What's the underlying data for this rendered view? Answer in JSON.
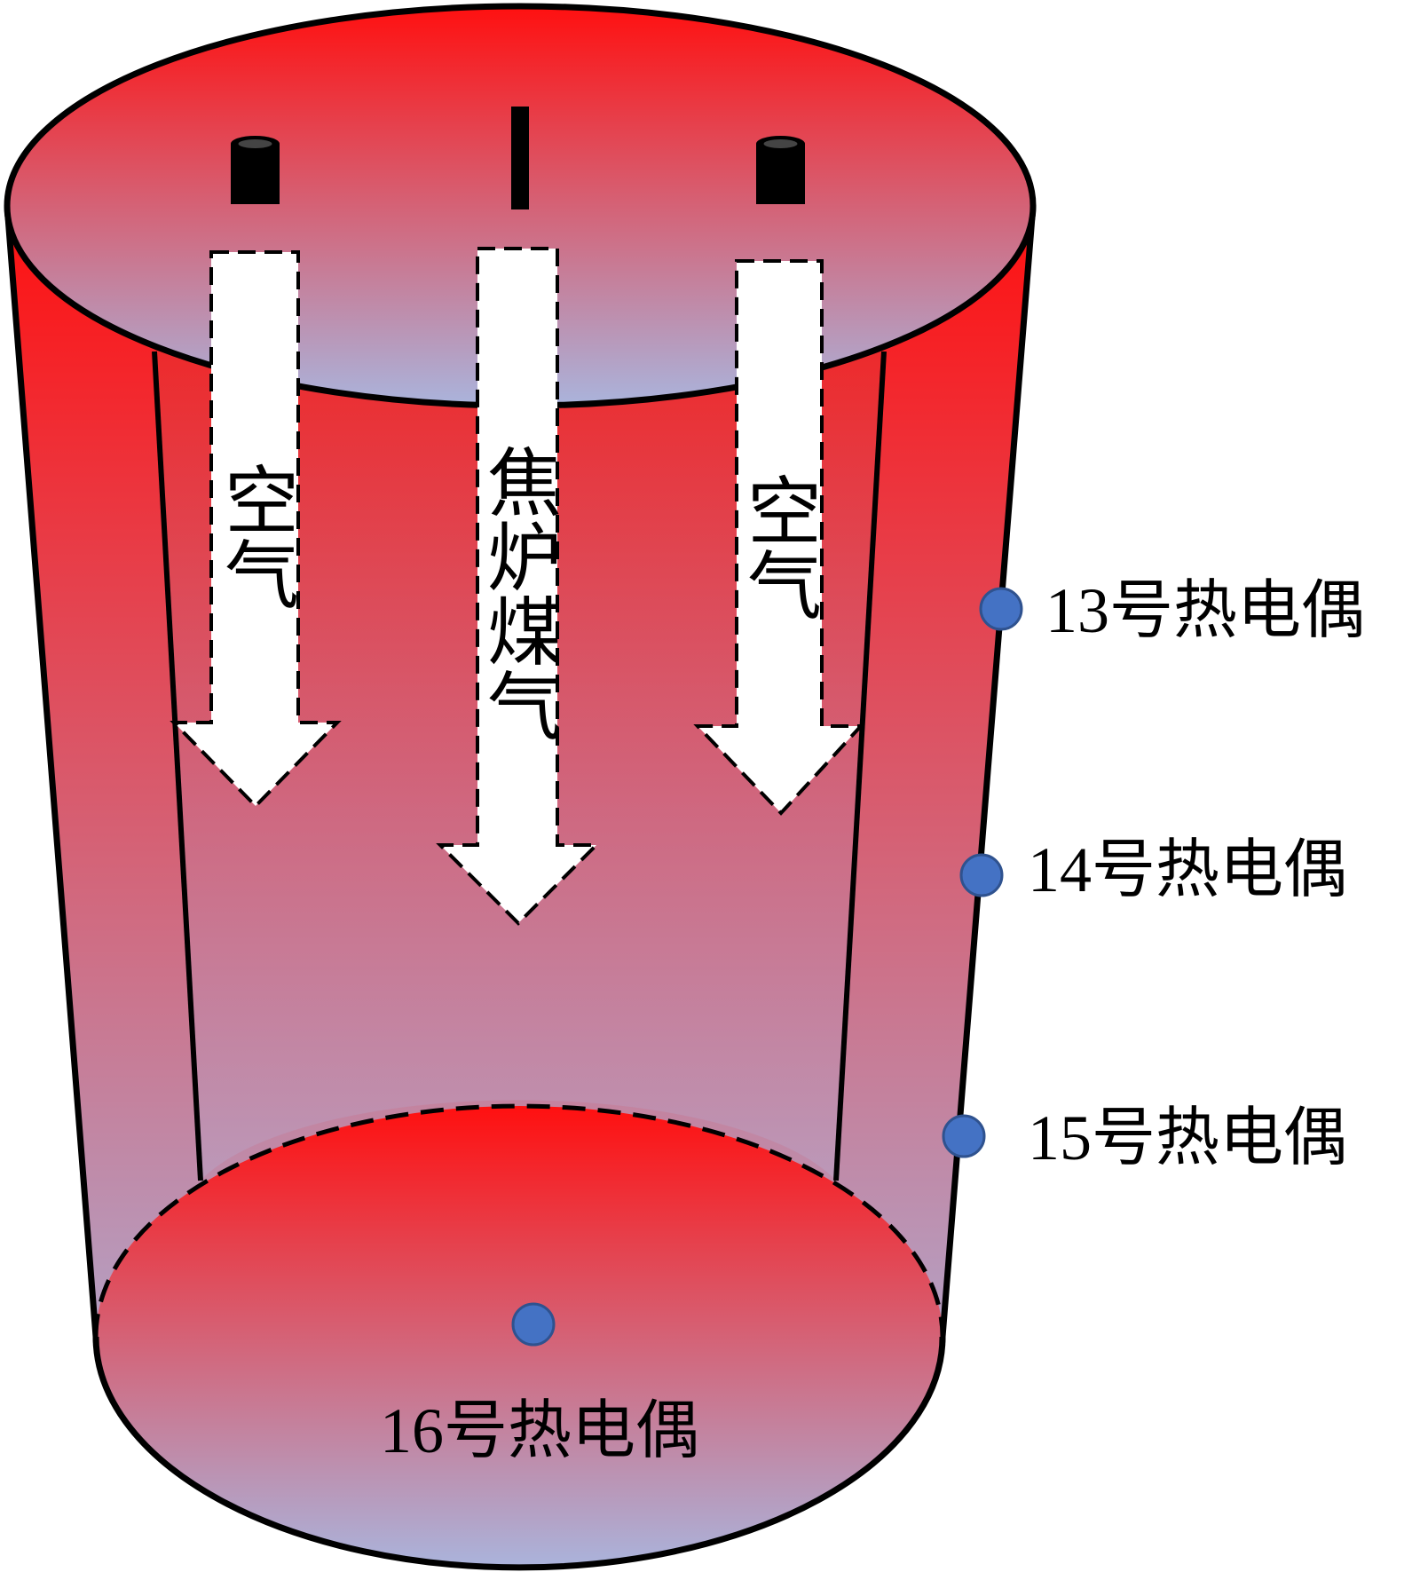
{
  "flows": {
    "left": {
      "label": "空气"
    },
    "center": {
      "label": "焦炉煤气"
    },
    "right": {
      "label": "空气"
    }
  },
  "thermocouples": [
    {
      "id": "13",
      "label": "13号热电偶"
    },
    {
      "id": "14",
      "label": "14号热电偶"
    },
    {
      "id": "15",
      "label": "15号热电偶"
    },
    {
      "id": "16",
      "label": "16号热电偶"
    }
  ],
  "colors": {
    "hot": "#ff1010",
    "cool": "#aab4dc",
    "thermocouple": "#4472c4",
    "outline": "#000000",
    "arrow_fill": "#ffffff"
  }
}
